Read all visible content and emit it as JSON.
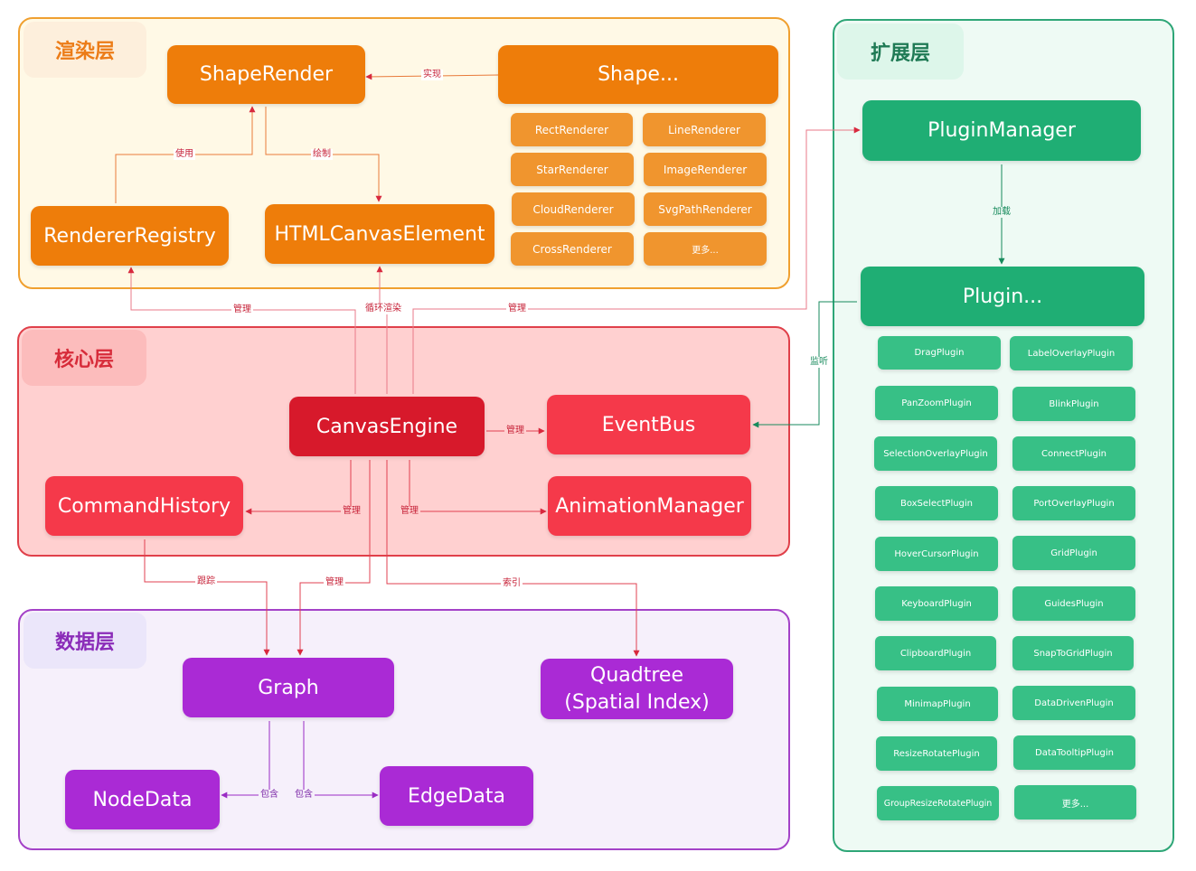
{
  "layers": {
    "render": {
      "title": "渲染层",
      "color": "#f0a030",
      "bg": "#fff9e6"
    },
    "core": {
      "title": "核心层",
      "color": "#e0404a",
      "bg": "#ffd0d0"
    },
    "data": {
      "title": "数据层",
      "color": "#a442c8",
      "bg": "#f6f0fb"
    },
    "ext": {
      "title": "扩展层",
      "color": "#2ea677",
      "bg": "#eefaf4"
    }
  },
  "nodes": {
    "shape_render": "ShapeRender",
    "shape": "Shape...",
    "renderer_registry": "RendererRegistry",
    "html_canvas": "HTMLCanvasElement",
    "canvas_engine": "CanvasEngine",
    "event_bus": "EventBus",
    "command_history": "CommandHistory",
    "animation_manager": "AnimationManager",
    "graph": "Graph",
    "quadtree_line1": "Quadtree",
    "quadtree_line2": "(Spatial Index)",
    "node_data": "NodeData",
    "edge_data": "EdgeData",
    "plugin_manager": "PluginManager",
    "plugin": "Plugin..."
  },
  "renderers": [
    "RectRenderer",
    "LineRenderer",
    "StarRenderer",
    "ImageRenderer",
    "CloudRenderer",
    "SvgPathRenderer",
    "CrossRenderer",
    "更多..."
  ],
  "plugins": [
    "DragPlugin",
    "LabelOverlayPlugin",
    "PanZoomPlugin",
    "BlinkPlugin",
    "SelectionOverlayPlugin",
    "ConnectPlugin",
    "BoxSelectPlugin",
    "PortOverlayPlugin",
    "HoverCursorPlugin",
    "GridPlugin",
    "KeyboardPlugin",
    "GuidesPlugin",
    "ClipboardPlugin",
    "SnapToGridPlugin",
    "MinimapPlugin",
    "DataDrivenPlugin",
    "ResizeRotatePlugin",
    "DataTooltipPlugin",
    "GroupResizeRotatePlugin",
    "更多..."
  ],
  "edges": {
    "implement": "实现",
    "use": "使用",
    "draw": "绘制",
    "manage": "管理",
    "loop_render": "循环渲染",
    "load": "加载",
    "listen": "监听",
    "track": "跟踪",
    "index": "索引",
    "contain": "包含"
  }
}
